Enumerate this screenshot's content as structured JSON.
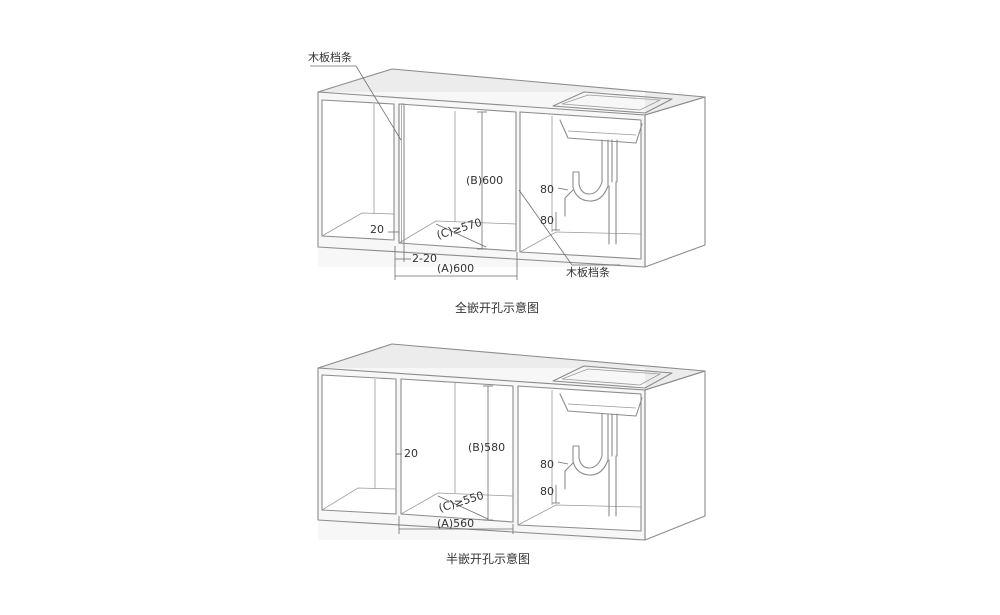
{
  "diagrams": {
    "full": {
      "caption": "全嵌开孔示意图",
      "label_board_top": "木板档条",
      "label_board_bottom": "木板档条",
      "label_b": "(B)600",
      "label_c": "(C)≥570",
      "label_a": "(A)600",
      "label_20": "20",
      "label_2_20": "2-20",
      "label_80_upper": "80",
      "label_80_lower": "80"
    },
    "half": {
      "caption": "半嵌开孔示意图",
      "label_b": "(B)580",
      "label_c": "(C)≥550",
      "label_a": "(A)560",
      "label_20": "20",
      "label_80_upper": "80",
      "label_80_lower": "80"
    }
  },
  "colors": {
    "line": "#8c8c8c",
    "text": "#333333",
    "top_face": "#ececec"
  }
}
